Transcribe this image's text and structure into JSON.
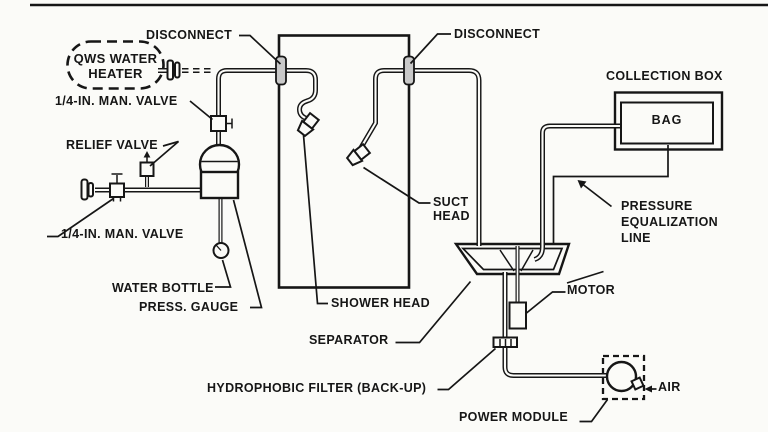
{
  "figure": {
    "labels": {
      "disconnect_left": "DISCONNECT",
      "disconnect_right": "DISCONNECT",
      "qws_water_heater": "QWS WATER\nHEATER",
      "man_valve_top": "1/4-IN. MAN. VALVE",
      "relief_valve": "RELIEF VALVE",
      "man_valve_bottom": "1/4-IN. MAN. VALVE",
      "water_bottle": "WATER BOTTLE",
      "press_gauge": "PRESS. GAUGE",
      "shower_head": "SHOWER HEAD",
      "suct_head": "SUCT\nHEAD",
      "separator": "SEPARATOR",
      "hydrophobic_filter": "HYDROPHOBIC FILTER (BACK-UP)",
      "power_module": "POWER MODULE",
      "motor": "MOTOR",
      "air": "AIR",
      "collection_box": "COLLECTION BOX",
      "bag": "BAG",
      "pressure_equalization_line": "PRESSURE\nEQUALIZATION\nLINE"
    },
    "colors": {
      "ink": "#161616",
      "paper": "#fbfbf8",
      "fitting_gray": "#c9c9c9"
    }
  }
}
